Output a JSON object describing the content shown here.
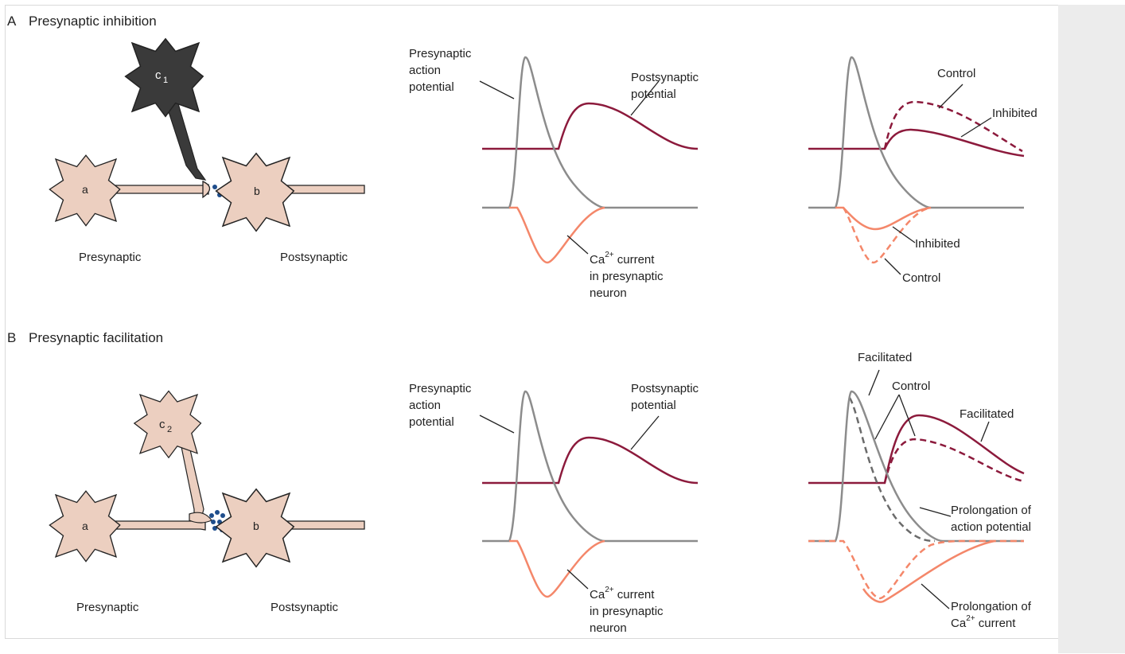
{
  "panels": [
    {
      "letter": "A",
      "title": "Presynaptic inhibition",
      "modulator_label": "c",
      "modulator_sub": "1",
      "neuron_a": "a",
      "neuron_b": "b",
      "presynaptic": "Presynaptic",
      "postsynaptic": "Postsynaptic",
      "trace1": {
        "ap": [
          "Presynaptic",
          "action",
          "potential"
        ],
        "psp": [
          "Postsynaptic",
          "potential"
        ],
        "ca_main": "Ca",
        "ca_sup": "2+",
        "ca_rest": " current",
        "ca_lines": [
          "in presynaptic",
          "neuron"
        ]
      },
      "trace2": {
        "control_top": "Control",
        "inhibited_top": "Inhibited",
        "inhibited_bottom": "Inhibited",
        "control_bottom": "Control"
      }
    },
    {
      "letter": "B",
      "title": "Presynaptic facilitation",
      "modulator_label": "c",
      "modulator_sub": "2",
      "neuron_a": "a",
      "neuron_b": "b",
      "presynaptic": "Presynaptic",
      "postsynaptic": "Postsynaptic",
      "trace1": {
        "ap": [
          "Presynaptic",
          "action",
          "potential"
        ],
        "psp": [
          "Postsynaptic",
          "potential"
        ],
        "ca_main": "Ca",
        "ca_sup": "2+",
        "ca_rest": " current",
        "ca_lines": [
          "in presynaptic",
          "neuron"
        ]
      },
      "trace2": {
        "facilitated_top": "Facilitated",
        "control": "Control",
        "facilitated_psp": "Facilitated",
        "prolong_ap": [
          "Prolongation of",
          "action potential"
        ],
        "prolong_ca_1": "Prolongation of",
        "prolong_ca_main": "Ca",
        "prolong_ca_sup": "2+",
        "prolong_ca_rest": " current"
      }
    }
  ],
  "colors": {
    "neuron_fill": "#eccfc0",
    "neuron_stroke": "#222222",
    "inhibitory_fill": "#3a3a3a",
    "vesicle": "#1f4e8c",
    "action_potential": "#8c8c8c",
    "psp": "#8c1a3c",
    "calcium": "#f4876a"
  }
}
